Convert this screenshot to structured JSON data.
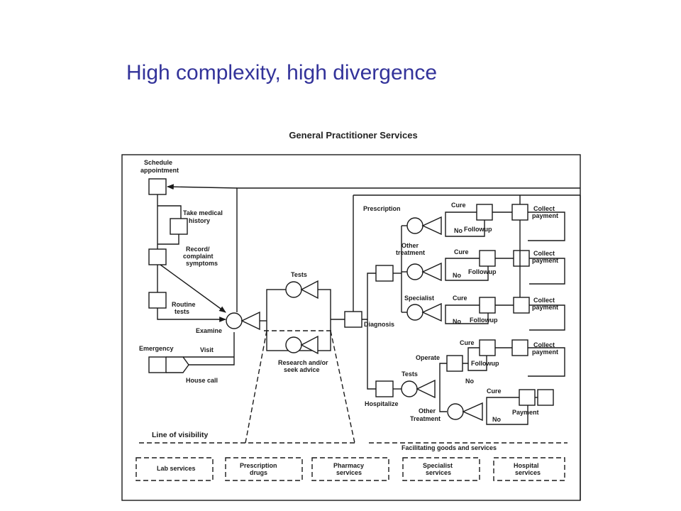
{
  "slide": {
    "title": "High complexity, high divergence"
  },
  "diagram": {
    "title": "General Practitioner Services",
    "steps": {
      "schedule_appointment": [
        "Schedule",
        "appointment"
      ],
      "take_medical_history": [
        "Take medical",
        "history"
      ],
      "record_complaint": [
        "Record/",
        "complaint",
        "symptoms"
      ],
      "routine_tests": [
        "Routine",
        "tests"
      ],
      "examine": "Examine",
      "emergency": "Emergency",
      "visit": "Visit",
      "house_call": "House call",
      "tests": "Tests",
      "research_advice": [
        "Research and/or",
        "seek advice"
      ],
      "diagnosis": "Diagnosis",
      "prescription": "Prescription",
      "other_treatment": [
        "Other",
        "treatment"
      ],
      "specialist": "Specialist",
      "hospitalize": "Hospitalize",
      "hospital_tests": "Tests",
      "operate": "Operate",
      "hospital_other_treatment": [
        "Other",
        "Treatment"
      ],
      "cure": "Cure",
      "no": "No",
      "followup": "Followup",
      "collect_payment": [
        "Collect",
        "payment"
      ],
      "payment": "Payment"
    },
    "line_of_visibility": "Line of visibility",
    "facilitating_label": "Facilitating goods and services",
    "facilitating_services": [
      [
        "Lab services"
      ],
      [
        "Prescription",
        "drugs"
      ],
      [
        "Pharmacy",
        "services"
      ],
      [
        "Specialist",
        "services"
      ],
      [
        "Hospital",
        "services"
      ]
    ]
  }
}
